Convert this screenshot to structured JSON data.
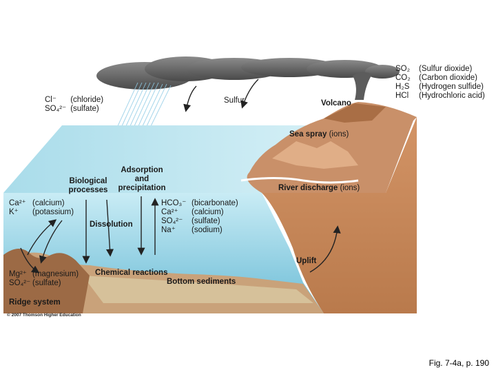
{
  "atmosphere": {
    "chloride": {
      "symbol": "Cl⁻",
      "name": "(chloride)"
    },
    "sulfate": {
      "symbol": "SO₄²⁻",
      "name": "(sulfate)"
    },
    "sulfur": "Sulfur",
    "volcano": "Volcano",
    "gases": [
      {
        "symbol": "SO₂",
        "name": "(Sulfur dioxide)"
      },
      {
        "symbol": "CO₂",
        "name": "(Carbon dioxide)"
      },
      {
        "symbol": "H₂S",
        "name": "(Hydrogen sulfide)"
      },
      {
        "symbol": "HCl",
        "name": "(Hydrochloric acid)"
      }
    ]
  },
  "processes": {
    "sea_spray": "Sea spray",
    "sea_spray_note": "(ions)",
    "river_discharge": "River discharge",
    "river_note": "(ions)",
    "biological_1": "Biological",
    "biological_2": "processes",
    "adsorption_1": "Adsorption",
    "adsorption_2": "and",
    "adsorption_3": "precipitation",
    "dissolution": "Dissolution",
    "uplift": "Uplift",
    "chemical_reactions": "Chemical reactions",
    "bottom_sediments": "Bottom sediments",
    "ridge_system": "Ridge system"
  },
  "left_ions": [
    {
      "symbol": "Ca²⁺",
      "name": "(calcium)"
    },
    {
      "symbol": "K⁺",
      "name": "(potassium)"
    }
  ],
  "dissolved_ions": [
    {
      "symbol": "HCO₃⁻",
      "name": "(bicarbonate)"
    },
    {
      "symbol": "Ca²⁺",
      "name": "(calcium)"
    },
    {
      "symbol": "SO₄²⁻",
      "name": "(sulfate)"
    },
    {
      "symbol": "Na⁺",
      "name": "(sodium)"
    }
  ],
  "ridge_ions": [
    {
      "symbol": "Mg²⁺",
      "name": "(magnesium)"
    },
    {
      "symbol": "SO₄²⁻",
      "name": "(sulfate)"
    }
  ],
  "copyright": "© 2007 Thomson Higher Education",
  "caption": "Fig. 7-4a, p. 190",
  "colors": {
    "ocean_top": "#bfe6f1",
    "ocean_deep": "#7fc6dc",
    "land": "#c98a5a",
    "land_dark": "#a8693e",
    "cloud": "#6e6e6e",
    "sediment": "#d8c7a0"
  }
}
